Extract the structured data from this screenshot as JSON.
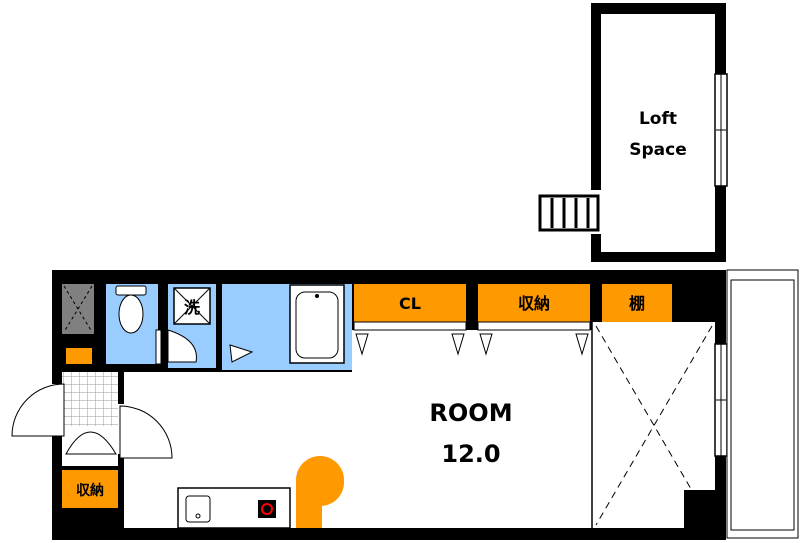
{
  "loft": {
    "line1": "Loft",
    "line2": "Space"
  },
  "room": {
    "name": "ROOM",
    "size": "12.0"
  },
  "storage": {
    "closet": "CL",
    "shuunou": "収納",
    "tana": "棚",
    "shuunou_entry": "収納"
  },
  "laundry": {
    "label": "洗"
  },
  "colors": {
    "wall": "#000000",
    "storage": "#ff9900",
    "wet_area": "#99ccff",
    "floor": "#ffffff",
    "hatch": "#808080"
  }
}
